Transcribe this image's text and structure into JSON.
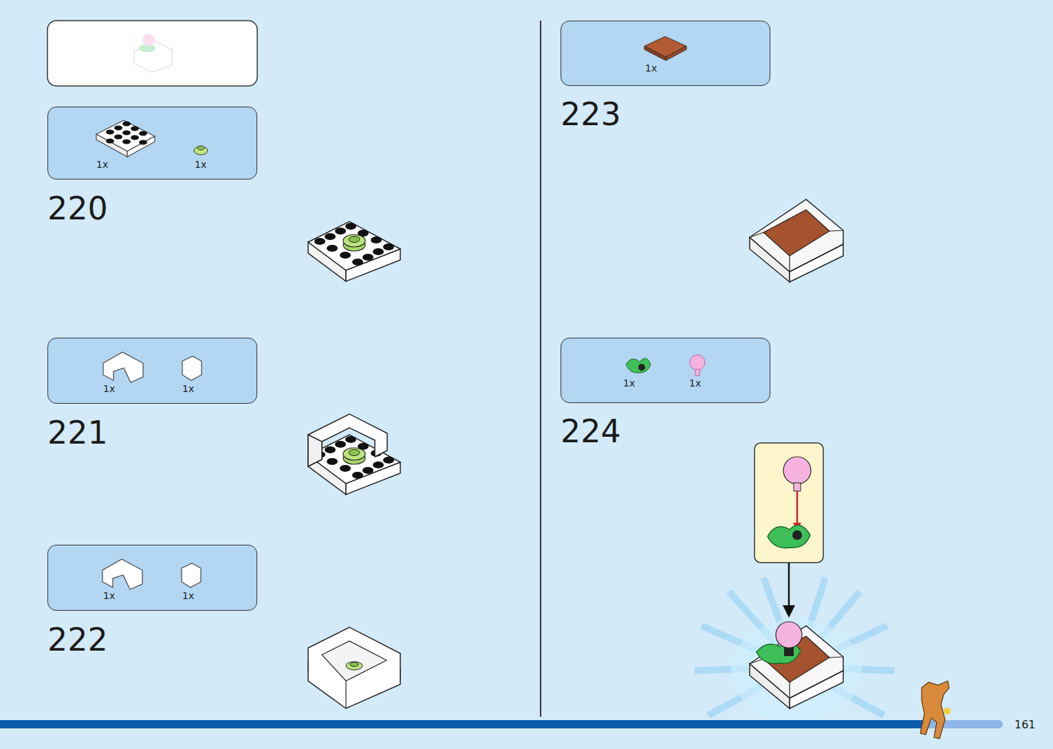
{
  "diagram": {
    "nodes": [
      {
        "text": [
          "1x",
          "1x"
        ]
      },
      {
        "text": [
          "1x",
          "1x"
        ]
      },
      {
        "text": [
          "1x",
          "1x"
        ]
      },
      {
        "text": [
          "1x"
        ]
      },
      {
        "text": [
          "1x",
          "1x"
        ]
      }
    ],
    "labels": [
      "220",
      "221",
      "222",
      "223",
      "224",
      "161"
    ]
  }
}
